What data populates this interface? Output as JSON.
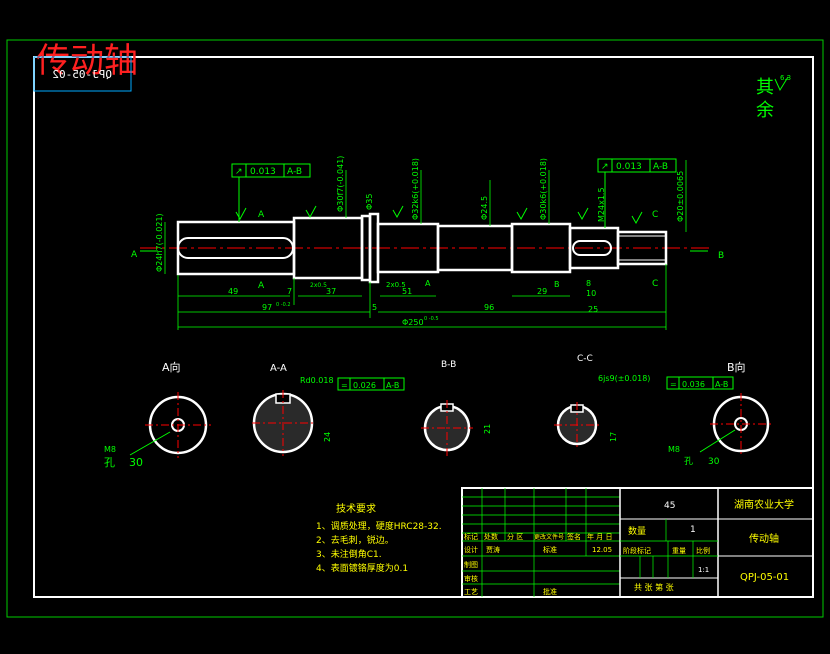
{
  "window": {
    "background": "#000000"
  },
  "colors": {
    "outline": "#ffffff",
    "dimension": "#00ff00",
    "center": "#ff0000",
    "leader": "#00ffff",
    "title_red": "#ff2020",
    "note": "#ffff00",
    "frame": "#00cc00"
  },
  "header": {
    "big_title": "传动轴",
    "mirrored_code": "QPJ-05-02"
  },
  "roughness": {
    "label1": "其",
    "label2": "余",
    "value": "6.3"
  },
  "tolerance_frames": {
    "left": {
      "symbol": "↗",
      "value": "0.013",
      "datum": "A-B"
    },
    "right": {
      "symbol": "↗",
      "value": "0.013",
      "datum": "A-B"
    },
    "keyway_b": {
      "symbol": "=",
      "value": "0.026",
      "datum": "A-B"
    },
    "keyway_c": {
      "symbol": "=",
      "value": "0.036",
      "datum": "A-B"
    },
    "rd": "Rd0.018",
    "sym_c": "6js9(±0.018)"
  },
  "shaft_dims": {
    "d1": "Φ24h7(-0.021)",
    "d2": "Φ30f7(-0.041)",
    "d3": "Φ35",
    "d4": "Φ32k6(+0.018)",
    "d5": "Φ24.5",
    "d6": "Φ30k6(+0.018)",
    "d7": "M24x1.5",
    "d8": "Φ20±0.0065",
    "l1": "49",
    "l2": "7",
    "l3": "37",
    "l4": "2x0.5",
    "l5": "51",
    "l6": "29",
    "l7": "8",
    "l8": "10",
    "l9": "97",
    "l9tol": "0 -0.2",
    "l10": "5",
    "l11": "96",
    "l12": "25",
    "total": "Φ250",
    "totaltol": "0 -0.5",
    "groove": "2x0.5",
    "marks": [
      "A",
      "B"
    ],
    "circ_a": "A",
    "circ_b": "B",
    "sec_a": "A",
    "sec_b": "B",
    "sec_c": "C"
  },
  "views": {
    "a_dir": "A向",
    "aa": "A-A",
    "bb": "B-B",
    "cc": "C-C",
    "b_dir": "B向",
    "a_note1": "M8",
    "a_note2": "孔",
    "a_note3": "30",
    "b_note1": "M8",
    "b_note2": "孔",
    "b_note3": "30",
    "aa_dim": "24",
    "bb_dim": "21",
    "cc_dim": "17"
  },
  "tech": {
    "title": "技术要求",
    "items": [
      "1、调质处理，硬度HRC28-32.",
      "2、去毛刺，锐边。",
      "3、未注倒角C1.",
      "4、表面镀铬厚度为0.1"
    ]
  },
  "titleblock": {
    "material": "45",
    "school": "湖南农业大学",
    "qty_label": "数量",
    "qty": "1",
    "part_name": "传动轴",
    "stage": "阶段标记",
    "weight": "重量",
    "scale_label": "比例",
    "scale": "1:1",
    "code": "QPJ-05-01",
    "rows": [
      "标记",
      "设计",
      "制图",
      "审核",
      "工艺"
    ],
    "cols": [
      "处数",
      "分 区",
      "更改文件号",
      "签名",
      "年 月 日"
    ],
    "designer": "贾涛",
    "std": "标准",
    "date": "12.05",
    "approve": "批准",
    "sheet": "共  张  第  张"
  }
}
